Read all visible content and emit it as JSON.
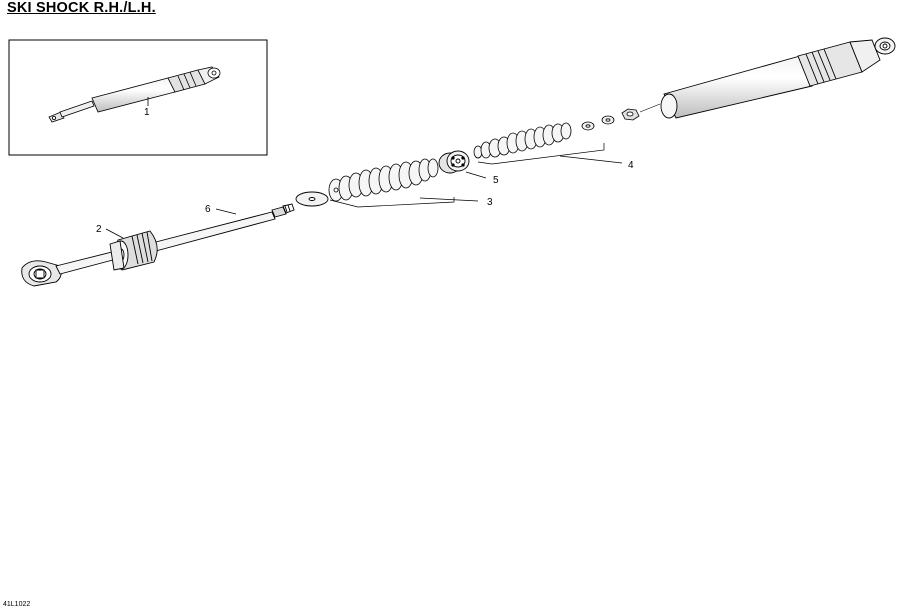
{
  "title": "SKI SHOCK R.H./L.H.",
  "diagram_code": "41L1022",
  "callouts": {
    "c1": "1",
    "c2": "2",
    "c3": "3",
    "c4": "4",
    "c5": "5",
    "c6": "6"
  }
}
